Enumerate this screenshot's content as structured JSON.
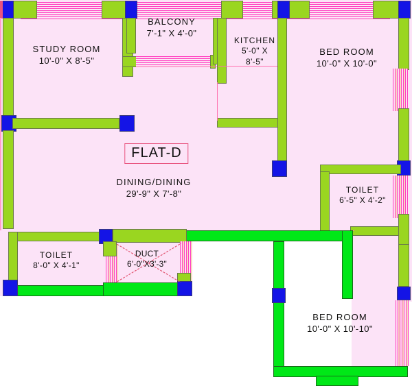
{
  "plan": {
    "flat_tag": "FLAT-D",
    "colors": {
      "floor": "#fce3f7",
      "wall_green": "#9ad620",
      "wall_bright_green": "#00e817",
      "column_blue": "#1414e6",
      "window_pink": "#ff3fc0",
      "tag_border_red": "#e8537f",
      "text": "#10100f",
      "exterior_white": "#ffffff"
    },
    "rooms": [
      {
        "id": "study-room",
        "name": "STUDY ROOM",
        "dimensions": "10'-0\" X 8'-5\""
      },
      {
        "id": "balcony",
        "name": "BALCONY",
        "dimensions": "7'-1\" X 4'-0\""
      },
      {
        "id": "kitchen",
        "name": "KITCHEN",
        "dimensions_line1": "5'-0\" X",
        "dimensions_line2": "8'-5\""
      },
      {
        "id": "bed-room-1",
        "name": "BED ROOM",
        "dimensions": "10'-0\" X 10'-0\""
      },
      {
        "id": "dining",
        "name": "DINING/DINING",
        "dimensions": "29'-9\" X 7'-8\""
      },
      {
        "id": "toilet-right",
        "name": "TOILET",
        "dimensions": "6'-5\" X 4'-2\""
      },
      {
        "id": "toilet-left",
        "name": "TOILET",
        "dimensions": "8'-0\" X 4'-1\""
      },
      {
        "id": "duct",
        "name": "DUCT",
        "dimensions": "6'-0\"X3'-3\""
      },
      {
        "id": "bed-room-2",
        "name": "BED ROOM",
        "dimensions": "10'-0\" X 10'-10\""
      }
    ]
  }
}
